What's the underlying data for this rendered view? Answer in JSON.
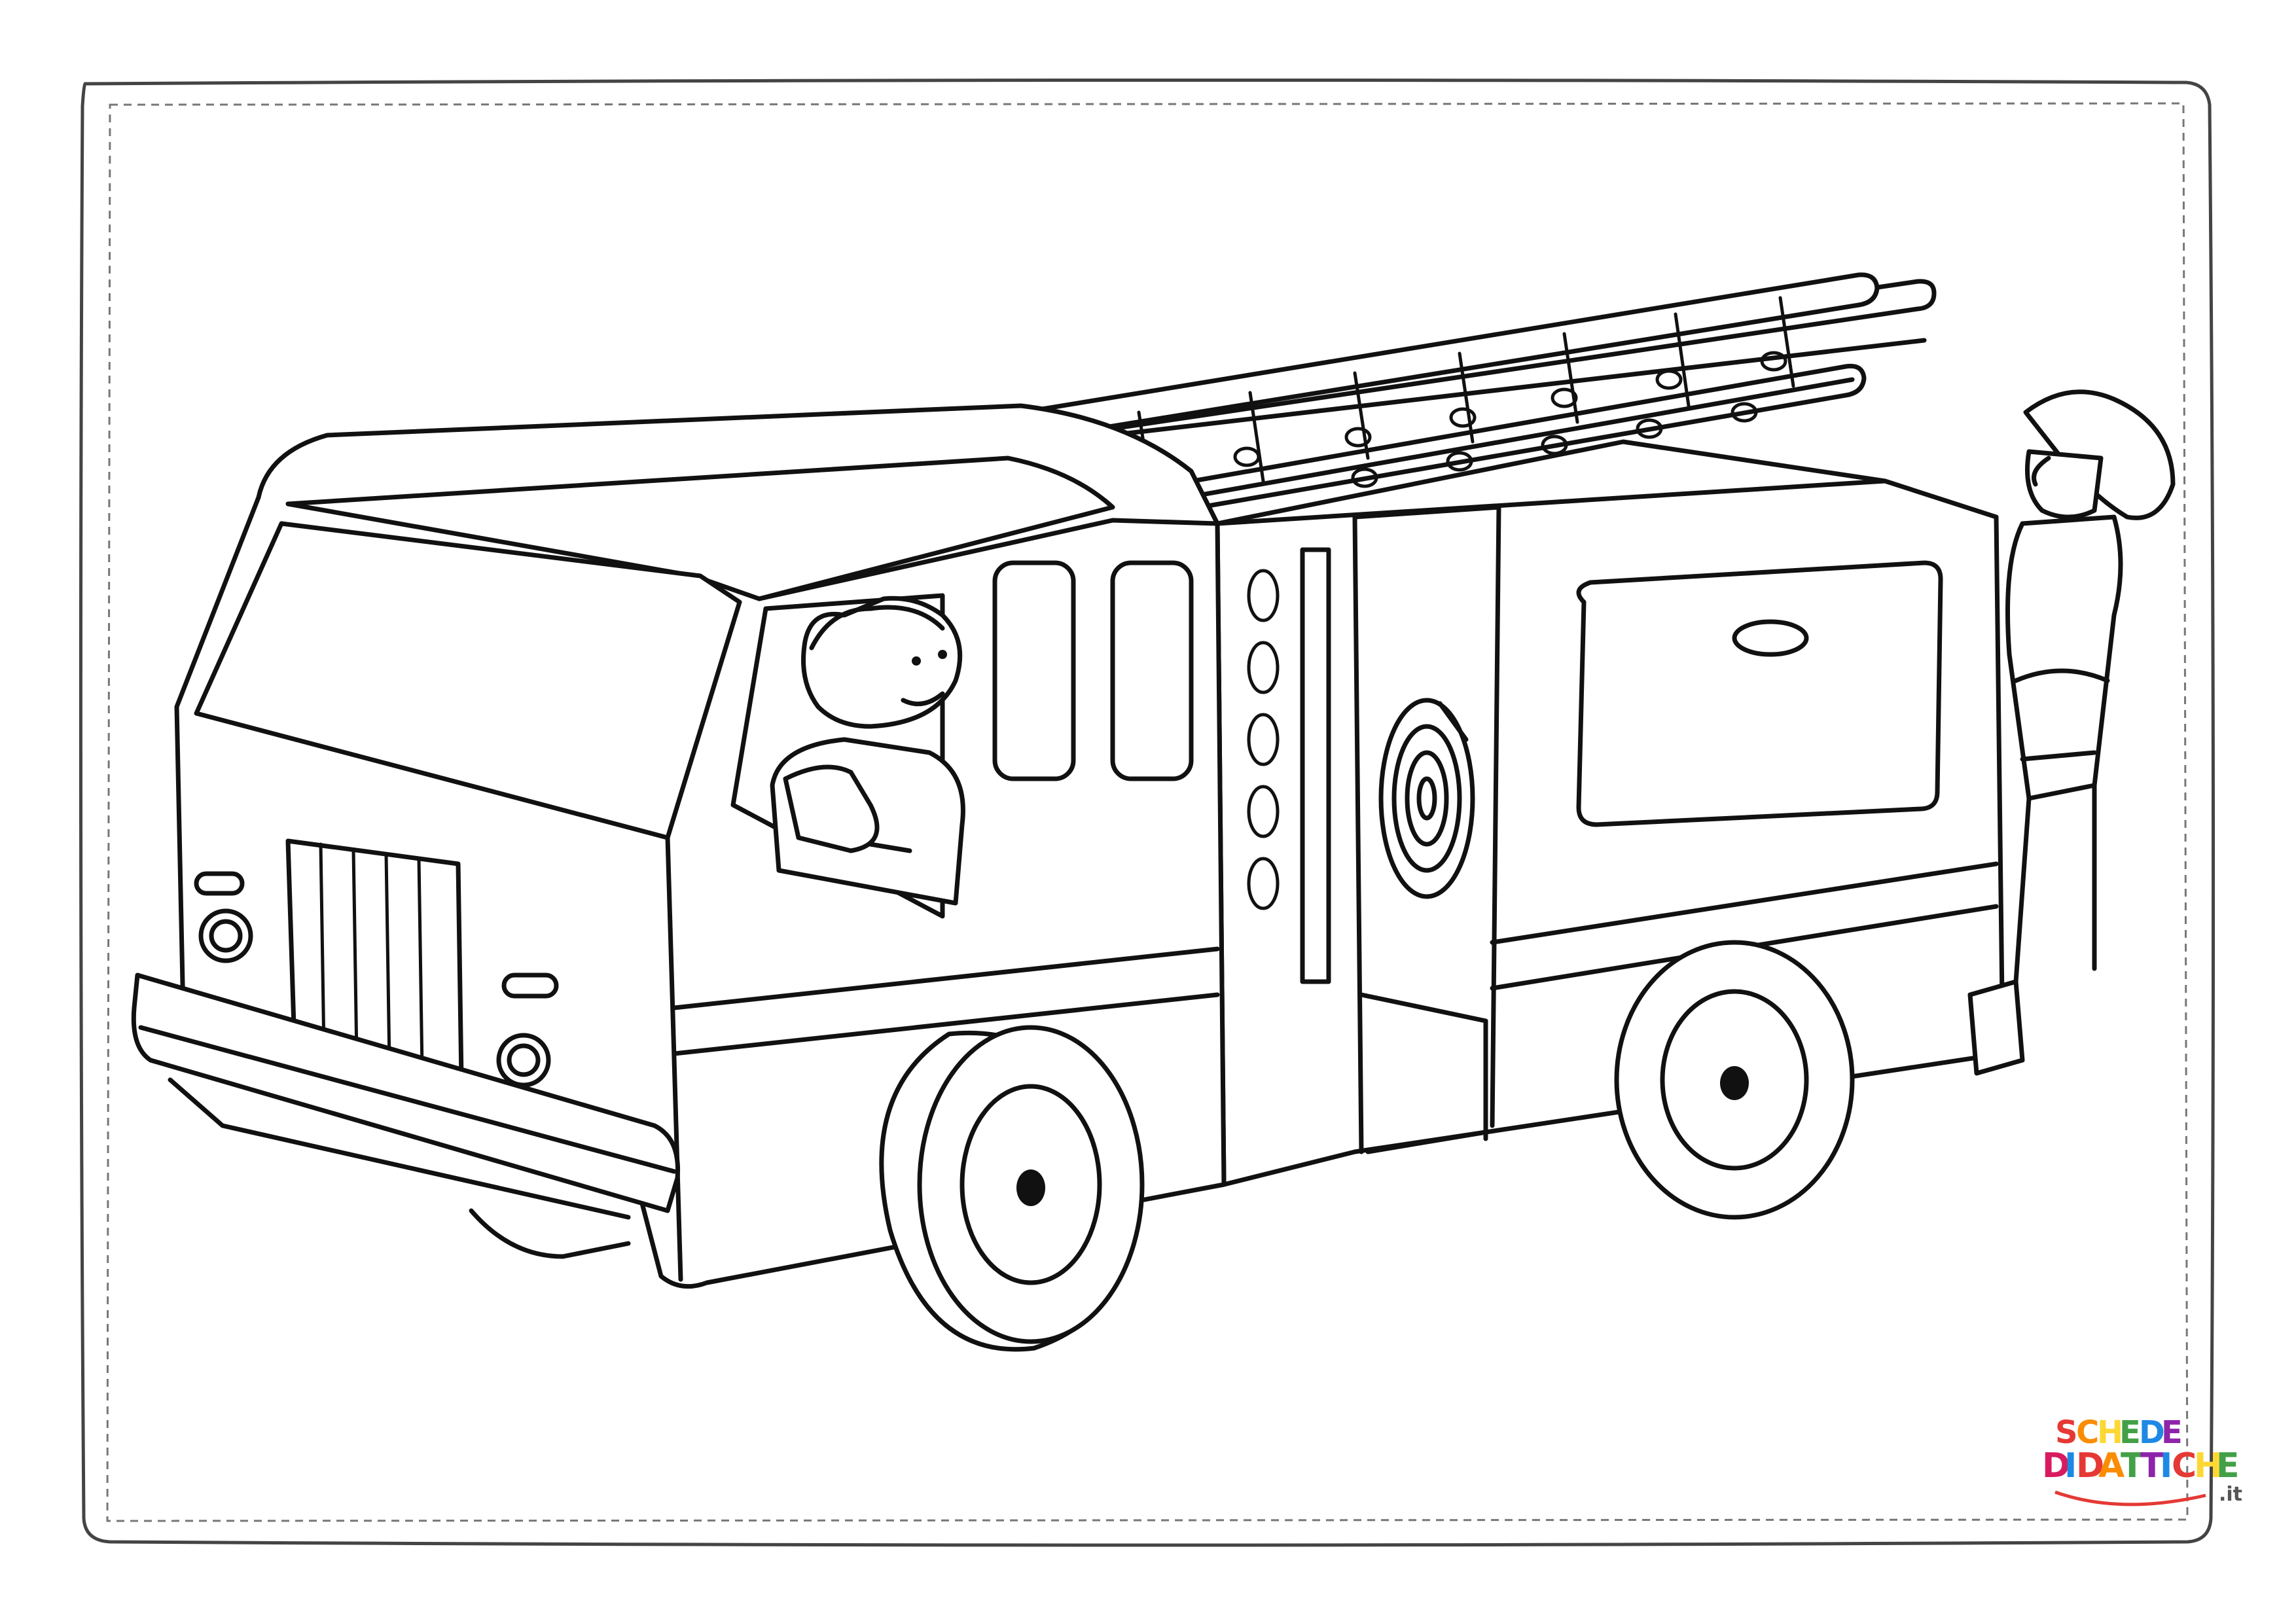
{
  "page": {
    "kind": "coloring-sheet",
    "subject_icon": "fire-truck-icon"
  },
  "logo": {
    "line1": "SCHEDE",
    "line2": "DIDATTICHE",
    "suffix": ".it",
    "colors": [
      "#e53935",
      "#fb8c00",
      "#fdd835",
      "#43a047",
      "#1e88e5",
      "#8e24aa",
      "#d81b60"
    ]
  },
  "palette": {
    "line": "#111111",
    "paper": "#ffffff",
    "frame": "#444444",
    "stitch": "#777777"
  }
}
